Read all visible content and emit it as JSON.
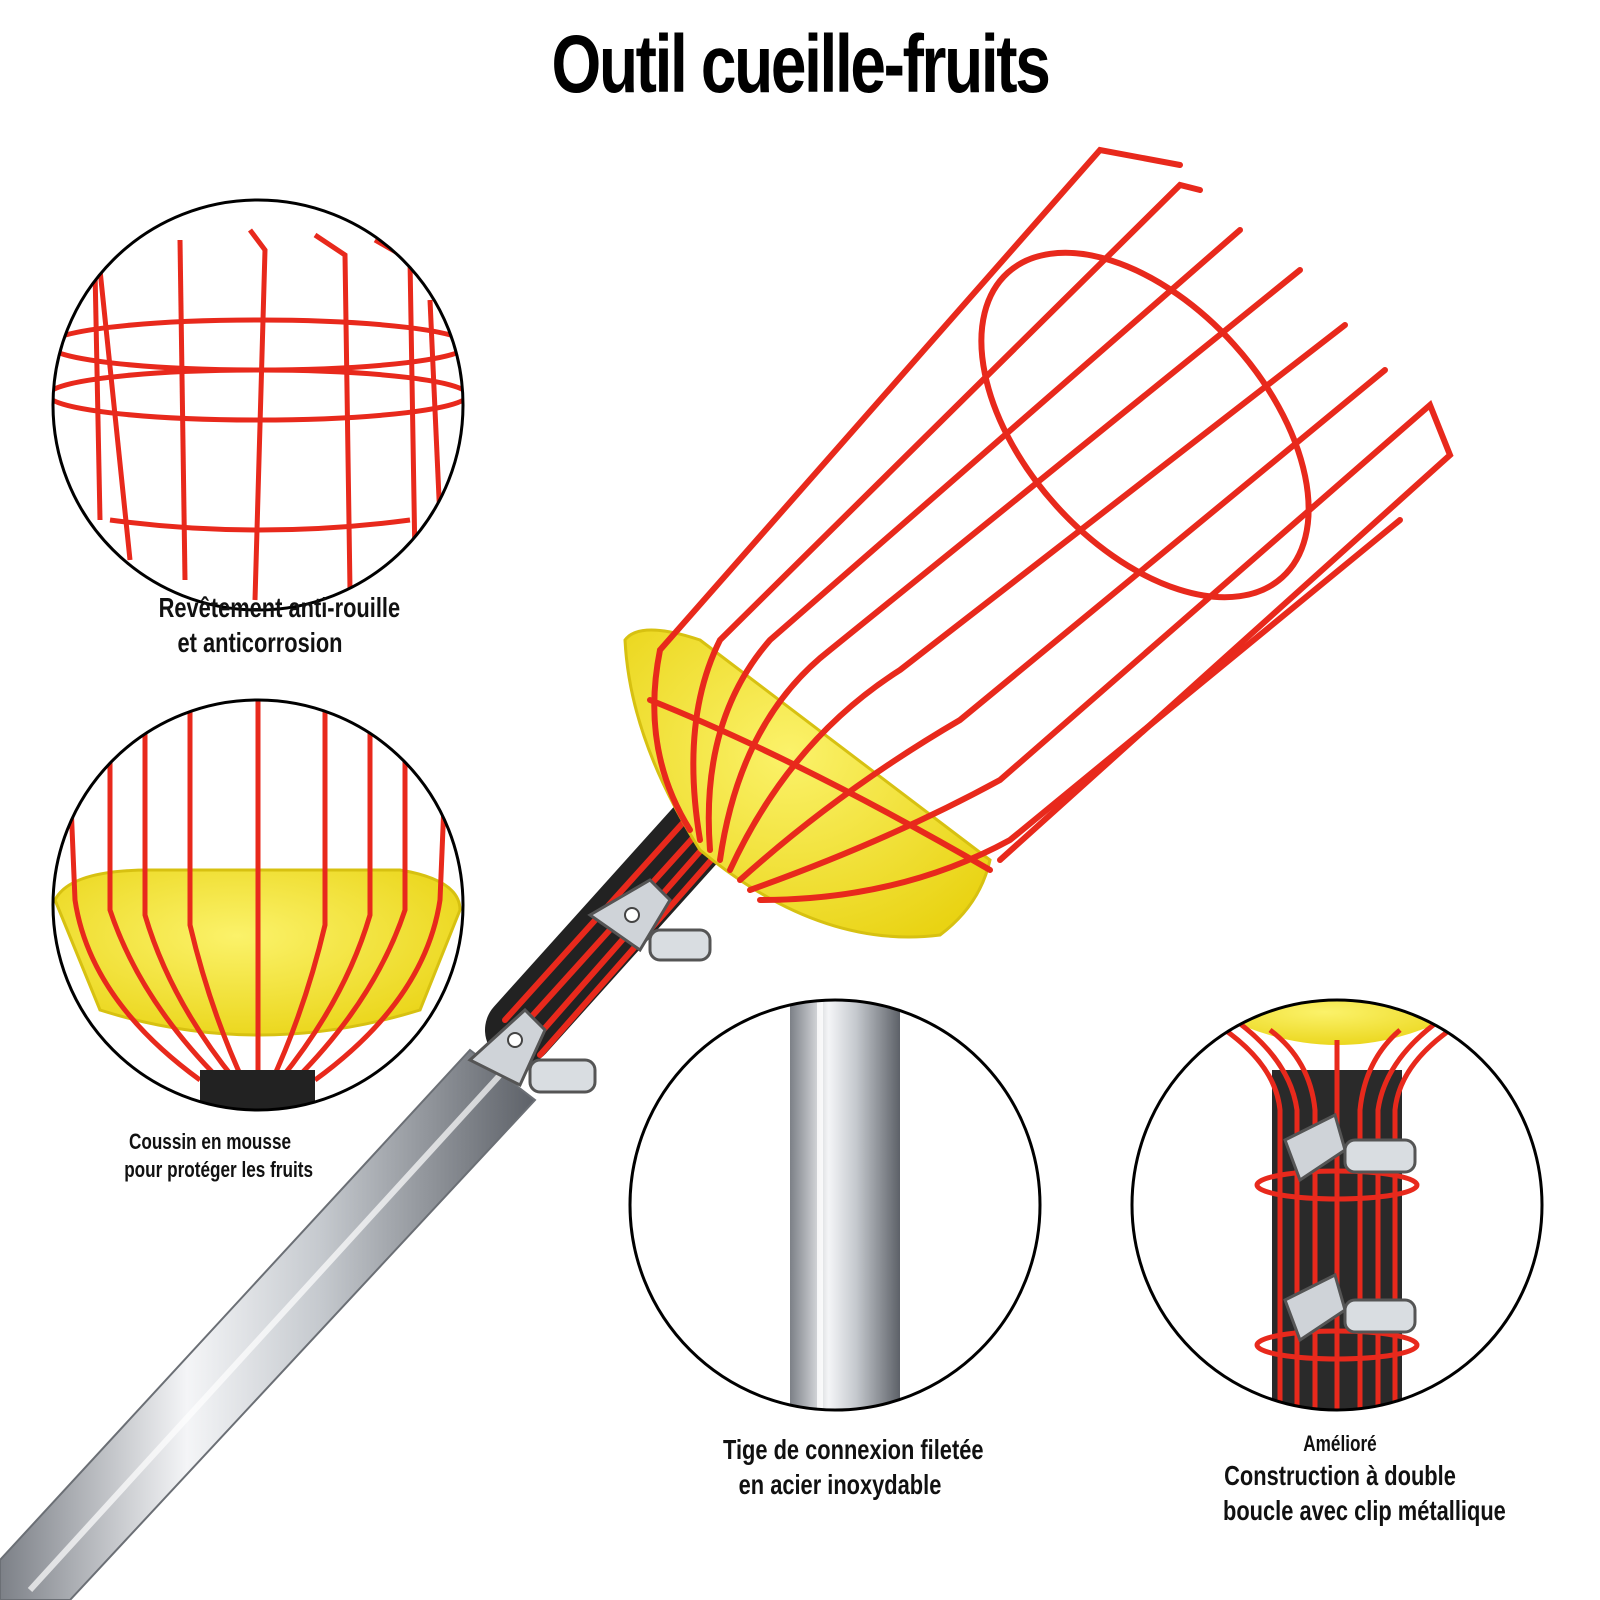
{
  "title": "Outil cueille-fruits",
  "features": [
    {
      "lines": [
        "Revêtement anti-rouille",
        "et anticorrosion"
      ]
    },
    {
      "lines": [
        "Coussin en mousse",
        "pour protéger les fruits"
      ]
    },
    {
      "lines": [
        "Tige de connexion filetée",
        "en acier inoxydable"
      ]
    },
    {
      "lines": [
        "Amélioré",
        "Construction à double",
        "boucle avec clip métallique"
      ]
    }
  ],
  "colors": {
    "wire": "#e8291c",
    "foam": "#f4e423",
    "steel": "#c9cdd2",
    "outline": "#000000"
  }
}
